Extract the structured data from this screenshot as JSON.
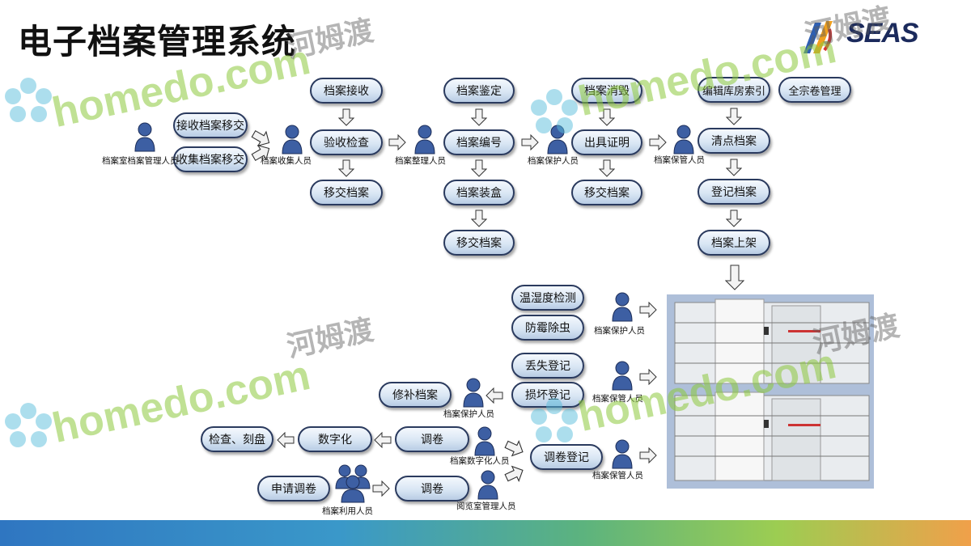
{
  "title": "电子档案管理系统",
  "brand": {
    "logo_text": "SEAS"
  },
  "watermark": {
    "latin": "homedo.com",
    "cn": "河姆渡"
  },
  "nodes": {
    "receive_transfer": "接收档案移交",
    "collect_transfer": "收集档案移交",
    "archive_receive": "档案接收",
    "inspect": "验收检查",
    "transfer_1": "移交档案",
    "appraise": "档案鉴定",
    "numbering": "档案编号",
    "boxing": "档案装盒",
    "transfer_2": "移交档案",
    "destroy": "档案消毁",
    "certificate": "出具证明",
    "transfer_3": "移交档案",
    "edit_index": "编辑库房索引",
    "fonds_mgmt": "全宗卷管理",
    "inventory": "清点档案",
    "register": "登记档案",
    "shelve": "档案上架",
    "temp_humidity": "温湿度检测",
    "pest_control": "防霉除虫",
    "lost_register": "丢失登记",
    "damage_register": "损坏登记",
    "repair": "修补档案",
    "check_burn": "检查、刻盘",
    "digitize": "数字化",
    "retrieve_1": "调卷",
    "apply_retrieve": "申请调卷",
    "retrieve_2": "调卷",
    "retrieve_register": "调卷登记"
  },
  "roles": {
    "archive_room_admin": "档案室档案管理人员",
    "collector": "档案收集人员",
    "organizer": "档案整理人员",
    "protector_1": "档案保护人员",
    "keeper_1": "档案保管人员",
    "protector_2": "档案保护人员",
    "keeper_2": "档案保管人员",
    "protector_3": "档案保护人员",
    "digitizer": "档案数字化人员",
    "user": "档案利用人员",
    "reading_admin": "阅览室管理人员",
    "keeper_3": "档案保管人员"
  },
  "colors": {
    "node_border": "#2a3a5e",
    "node_fill": "#d9e6f4",
    "person": "#3d5fa3",
    "arrow_fill": "#f3f3f3"
  }
}
